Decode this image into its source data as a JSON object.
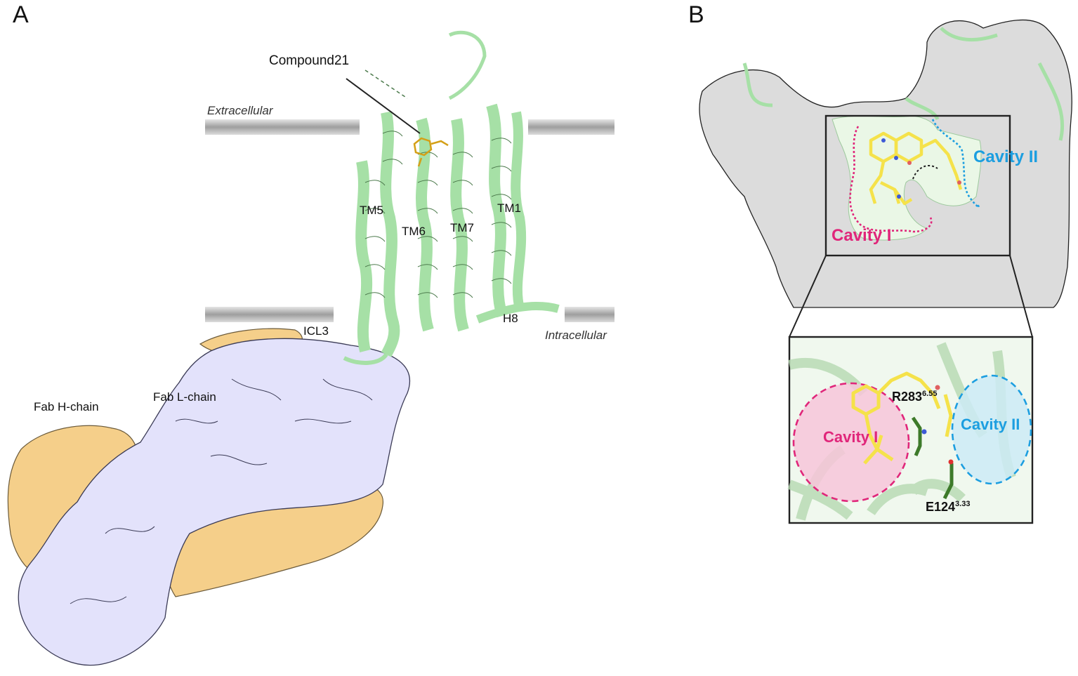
{
  "panels": {
    "a": {
      "letter": "A",
      "compound_label": "Compound21",
      "extracellular": "Extracellular",
      "intracellular": "Intracellular",
      "helices": [
        "TM5",
        "TM6",
        "TM7",
        "TM1",
        "H8",
        "ICL3"
      ],
      "fab_h": "Fab H-chain",
      "fab_l": "Fab L-chain"
    },
    "b": {
      "letter": "B",
      "cavity1": "Cavity I",
      "cavity2": "Cavity II",
      "residue1": "R283",
      "residue1_sup": "6.55",
      "residue2": "E124",
      "residue2_sup": "3.33"
    }
  },
  "colors": {
    "receptor_green": "#a6e0a6",
    "fab_h_orange": "#f5cf8a",
    "fab_l_lavender": "#e3e2fb",
    "cavity1_magenta": "#e0267a",
    "cavity2_blue": "#1c9ee0",
    "ligand_yellow": "#f5e24a",
    "membrane_gray": "#b8b8b8",
    "surface_gray": "#d9d9d9"
  }
}
